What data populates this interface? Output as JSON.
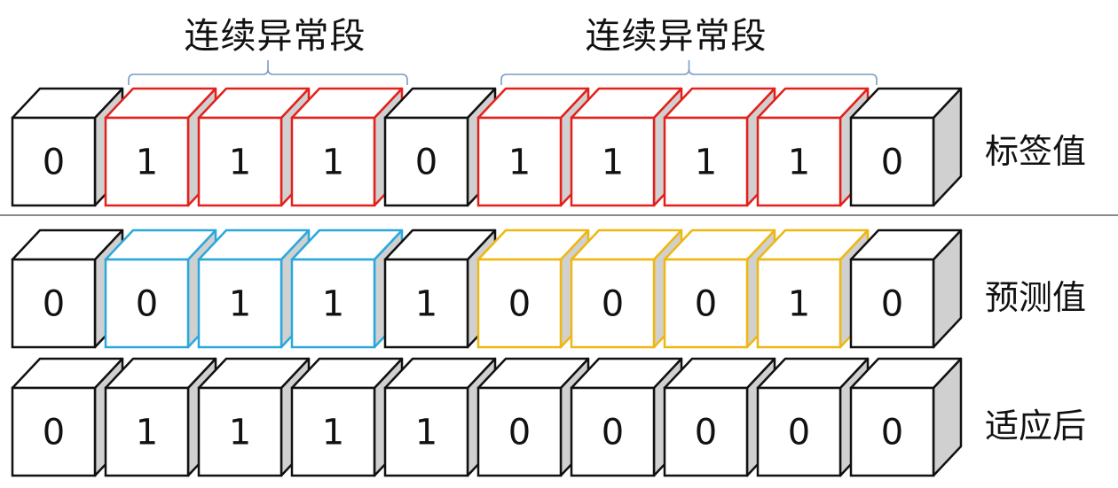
{
  "segment_titles": [
    "连续异常段",
    "连续异常段"
  ],
  "rows": [
    {
      "label": "标签值",
      "values": [
        "0",
        "1",
        "1",
        "1",
        "0",
        "1",
        "1",
        "1",
        "1",
        "0"
      ],
      "colors": [
        "black",
        "red",
        "red",
        "red",
        "black",
        "red",
        "red",
        "red",
        "red",
        "black"
      ]
    },
    {
      "label": "预测值",
      "values": [
        "0",
        "0",
        "1",
        "1",
        "1",
        "0",
        "0",
        "0",
        "1",
        "0"
      ],
      "colors": [
        "black",
        "blue",
        "blue",
        "blue",
        "black",
        "yellow",
        "yellow",
        "yellow",
        "yellow",
        "black"
      ]
    },
    {
      "label": "适应后",
      "values": [
        "0",
        "1",
        "1",
        "1",
        "1",
        "0",
        "0",
        "0",
        "0",
        "0"
      ],
      "colors": [
        "black",
        "black",
        "black",
        "black",
        "black",
        "black",
        "black",
        "black",
        "black",
        "black"
      ]
    }
  ],
  "palette": {
    "black": "#111111",
    "red": "#e3201b",
    "blue": "#2aa8dc",
    "yellow": "#eeb711",
    "bracket": "#7a9cc6",
    "side": "#d0d0d0"
  }
}
